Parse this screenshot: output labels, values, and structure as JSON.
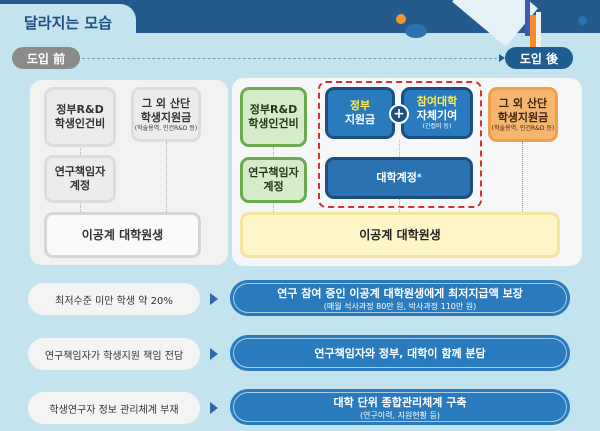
{
  "header": {
    "title": "달라지는 모습"
  },
  "timeline": {
    "before": "도입 前",
    "after": "도입 後"
  },
  "before": {
    "box_rnd": [
      "정부R&D",
      "학생인건비"
    ],
    "box_other": [
      "그 외 산단",
      "학생지원금"
    ],
    "box_other_note": "(학술용역, 인건R&D 등)",
    "box_pi": [
      "연구책임자",
      "계정"
    ],
    "recipient": "이공계 대학원생"
  },
  "after": {
    "box_rnd": [
      "정부R&D",
      "학생인건비"
    ],
    "box_pi": [
      "연구책임자",
      "계정"
    ],
    "gov_highlight": "정부",
    "gov_label": "지원금",
    "univ_highlight": "참여대학",
    "univ_label": "자체기여",
    "univ_note": "(간접비 등)",
    "plus": "+",
    "univ_account": "대학계정",
    "asterisk": "*",
    "box_other": [
      "그 외 산단",
      "학생지원금"
    ],
    "box_other_note": "(학술용역, 인건R&D 등)",
    "recipient": "이공계 대학원생"
  },
  "changes": [
    {
      "before": "최저수준 미만 학생 약 20%",
      "after": "연구 참여 중인 이공계 대학원생에게 최저지급액 보장",
      "after_note": "(매월 석사과정 80만 원, 박사과정 110만 원)"
    },
    {
      "before": "연구책임자가  학생지원 책임 전담",
      "after": "연구책임자와 정부, 대학이 함께 분담",
      "after_note": ""
    },
    {
      "before": "학생연구자  정보 관리체계 부재",
      "after": "대학 단위 종합관리체계 구축",
      "after_note": "(연구이력, 지원현황 등)"
    }
  ],
  "colors": {
    "band": "#255b8c",
    "green": "#6aab4e",
    "blue": "#2a7bbd",
    "orange": "#f0a04b",
    "yellow": "#fff6c8",
    "red_dash": "#d9322e",
    "highlight": "#ffe94a"
  }
}
